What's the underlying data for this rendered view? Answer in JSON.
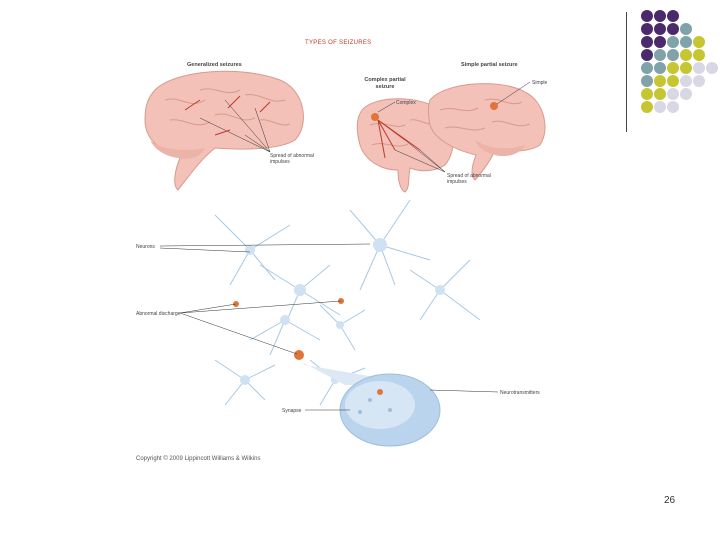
{
  "slide": {
    "title": "TYPES OF SEIZURES",
    "page_number": "26",
    "copyright": "Copyright © 2009 Lippincott Williams & Wilkins"
  },
  "top_figure": {
    "generalized_title": "Generalized seizures",
    "complex_title": "Complex partial seizure",
    "simple_title": "Simple partial seizure",
    "label_complex": "Complex",
    "label_simple": "Simple",
    "label_spread_left": "Spread of abnormal impulses",
    "label_spread_right": "Spread of abnormal impulses"
  },
  "bottom_figure": {
    "label_neurons": "Neurons",
    "label_discharge": "Abnormal discharge",
    "label_synapse": "Synapse",
    "label_vesicles": "Neurotransmitters"
  },
  "colors": {
    "purple": "#4b2a6b",
    "teal": "#7fa3a8",
    "olive": "#c6c632",
    "lavender": "#d8d8e4",
    "brain_pink": "#f3c1b8",
    "neuron_blue": "#bcd6ec",
    "accent_orange": "#e0753a"
  }
}
